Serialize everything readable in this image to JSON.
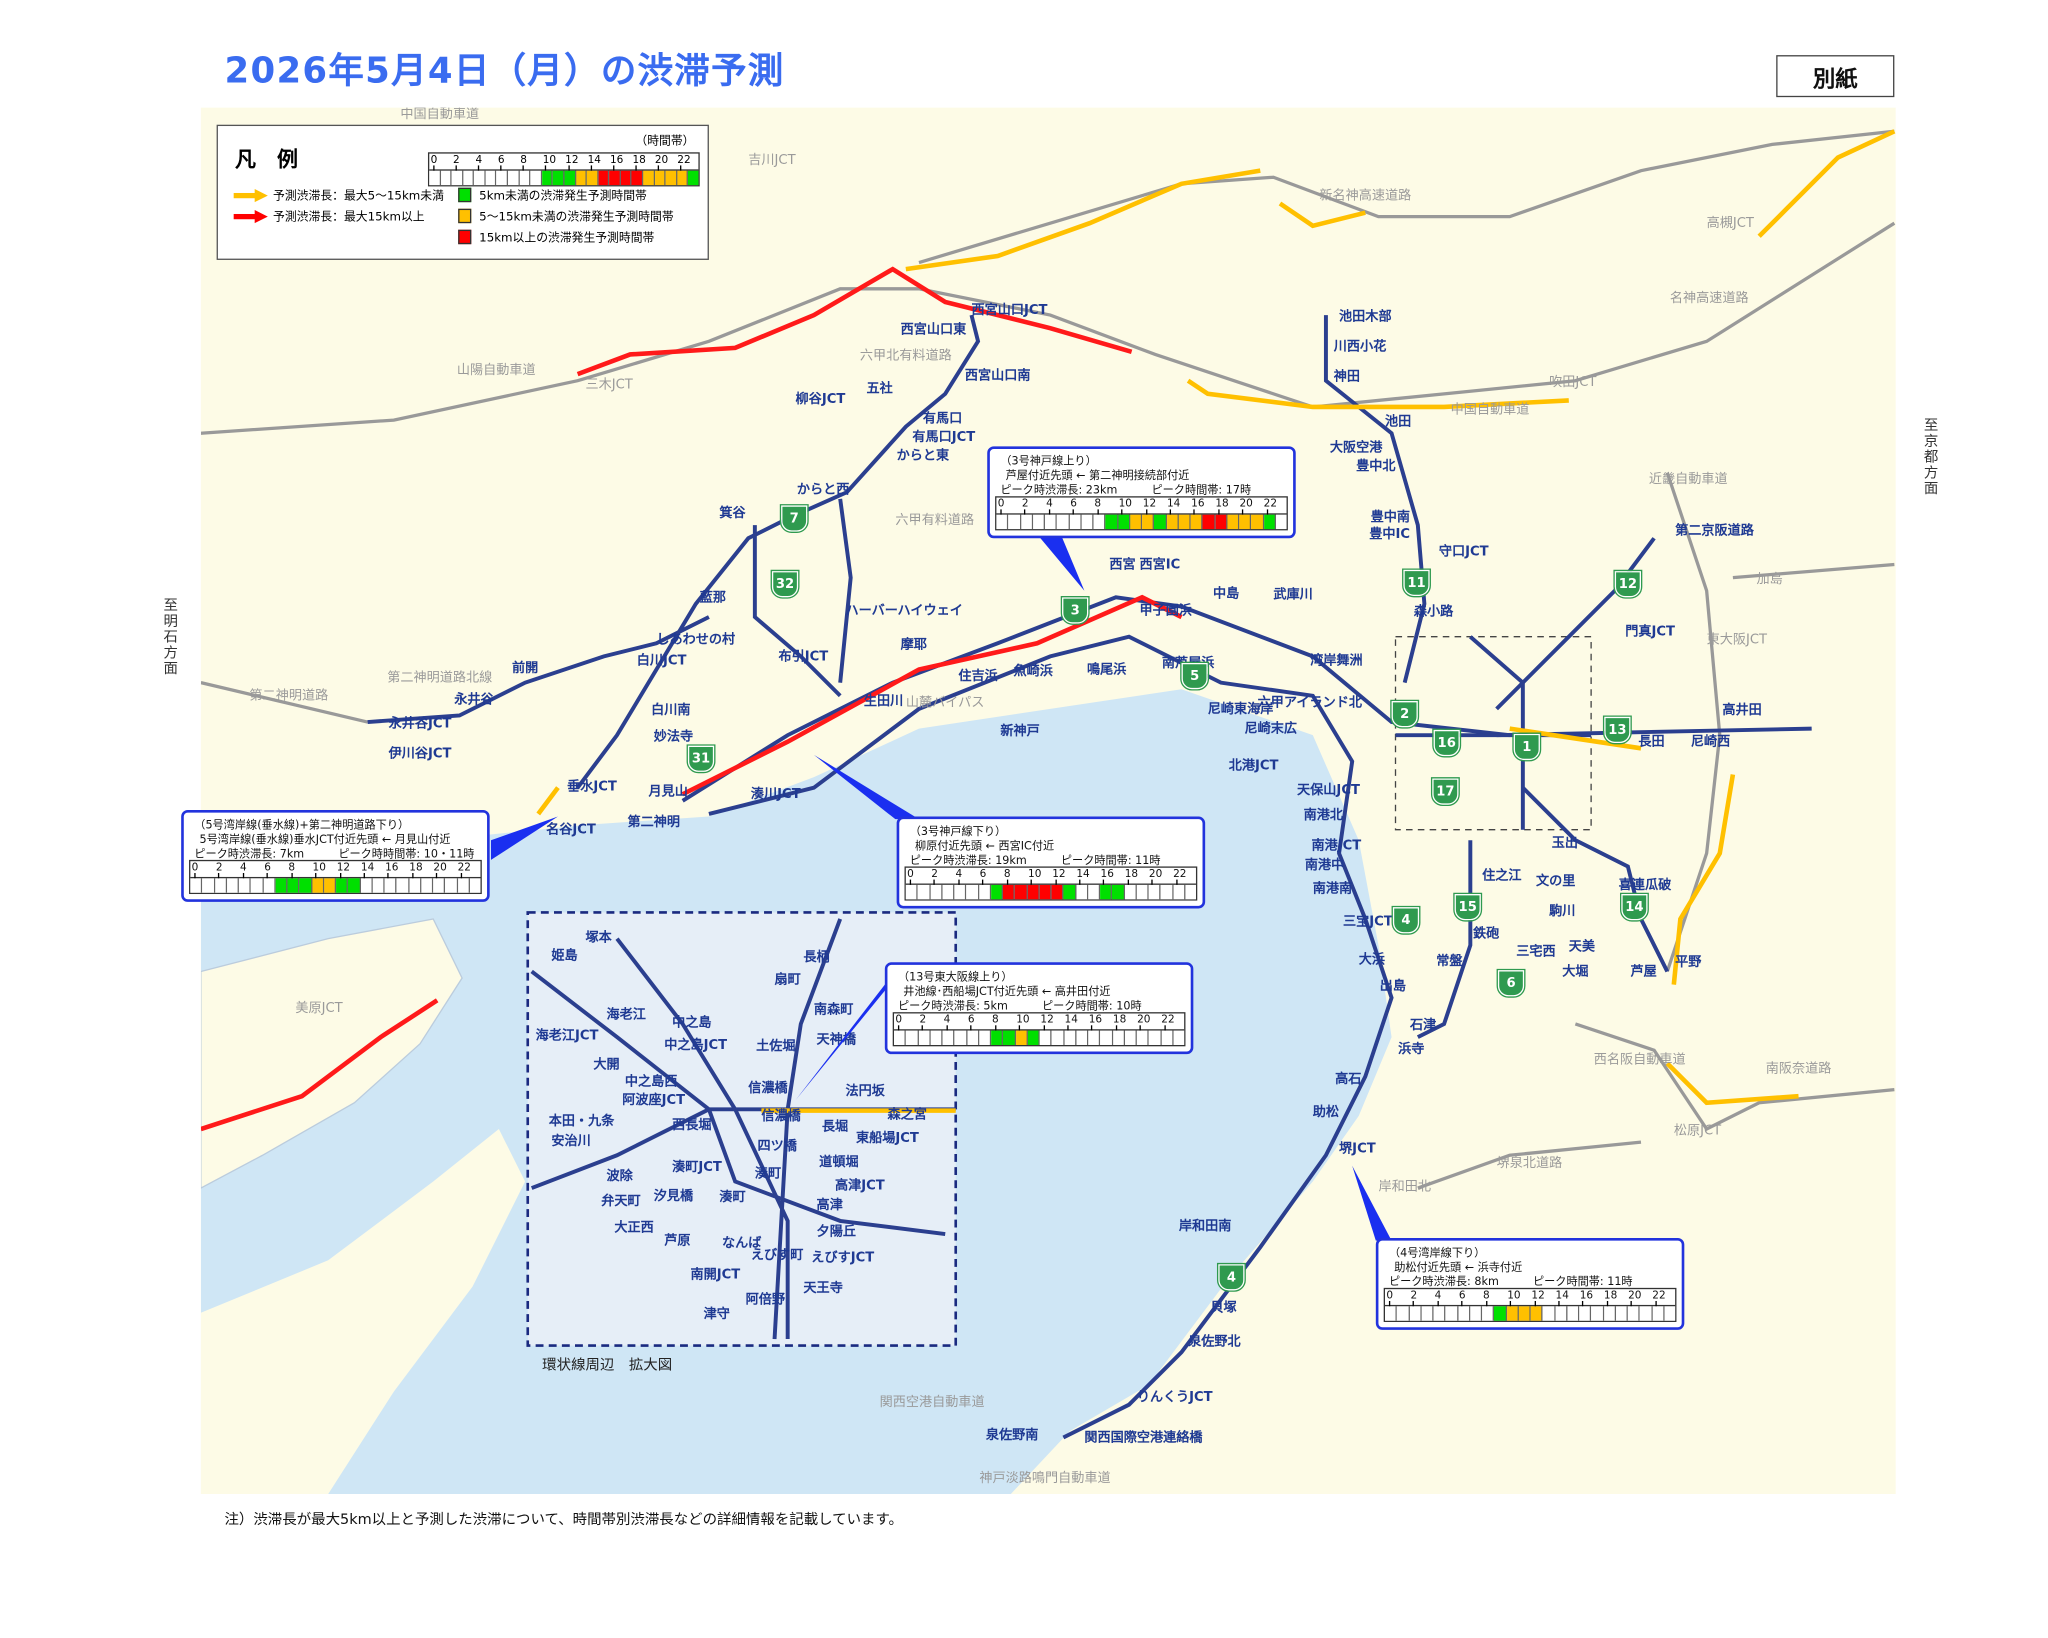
{
  "title": "2026年5月4日（月）の渋滞予測",
  "attachment_label": "別紙",
  "footnote": "注）渋滞長が最大5km以上と予測した渋滞について、時間帯別渋滞長などの詳細情報を記載しています。",
  "side_labels": {
    "west": "至明石方面",
    "east": "至京都方面"
  },
  "colors": {
    "w": "#ffffff",
    "g": "#00e000",
    "y": "#ffc000",
    "r": "#ff0000",
    "route": "#2b3f8f",
    "title": "#3a6cf0",
    "callout_border": "#2233dd",
    "sea": "#cfe6f5",
    "land": "#fdfbe6"
  },
  "legend": {
    "title": "凡　例",
    "time_band_label": "（時間帯）",
    "hour_ticks": [
      "0",
      "2",
      "4",
      "6",
      "8",
      "10",
      "12",
      "14",
      "16",
      "18",
      "20",
      "22"
    ],
    "example_slots": [
      "w",
      "w",
      "w",
      "w",
      "w",
      "w",
      "w",
      "w",
      "w",
      "w",
      "g",
      "g",
      "g",
      "y",
      "y",
      "r",
      "r",
      "r",
      "r",
      "y",
      "y",
      "y",
      "y",
      "g"
    ],
    "arrows": [
      {
        "label": "予測渋滞長：最大5～15km未満",
        "color": "#ffc000"
      },
      {
        "label": "予測渋滞長：最大15km以上",
        "color": "#ff0000"
      }
    ],
    "swatches": [
      {
        "label": "5km未満の渋滞発生予測時間帯",
        "color": "#00e000"
      },
      {
        "label": "5～15km未満の渋滞発生予測時間帯",
        "color": "#ffc000"
      },
      {
        "label": "15km以上の渋滞発生予測時間帯",
        "color": "#ff0000"
      }
    ]
  },
  "callouts": [
    {
      "route": "（3号神戸線上り）",
      "section": "芦屋付近先頭 ← 第二神明接続部付近",
      "peak_length_label": "ピーク時渋滞長:",
      "peak_length": "23km",
      "peak_time_label": "ピーク時間帯:",
      "peak_time": "17時",
      "slots": [
        "w",
        "w",
        "w",
        "w",
        "w",
        "w",
        "w",
        "w",
        "w",
        "g",
        "g",
        "y",
        "y",
        "g",
        "y",
        "y",
        "y",
        "r",
        "r",
        "y",
        "y",
        "y",
        "g",
        "w"
      ]
    },
    {
      "route": "（5号湾岸線(垂水線)+第二神明道路下り）",
      "section": "5号湾岸線(垂水線)垂水JCT付近先頭 ← 月見山付近",
      "peak_length_label": "ピーク時渋滞長:",
      "peak_length": "7km",
      "peak_time_label": "ピーク時時間帯:",
      "peak_time": "10・11時",
      "slots": [
        "w",
        "w",
        "w",
        "w",
        "w",
        "w",
        "w",
        "g",
        "g",
        "g",
        "y",
        "y",
        "g",
        "g",
        "w",
        "w",
        "w",
        "w",
        "w",
        "w",
        "w",
        "w",
        "w",
        "w"
      ]
    },
    {
      "route": "（3号神戸線下り）",
      "section": "柳原付近先頭 ← 西宮IC付近",
      "peak_length_label": "ピーク時渋滞長:",
      "peak_length": "19km",
      "peak_time_label": "ピーク時間帯:",
      "peak_time": "11時",
      "slots": [
        "w",
        "w",
        "w",
        "w",
        "w",
        "w",
        "w",
        "g",
        "r",
        "r",
        "r",
        "r",
        "r",
        "g",
        "w",
        "w",
        "g",
        "g",
        "w",
        "w",
        "w",
        "w",
        "w",
        "w"
      ]
    },
    {
      "route": "（13号東大阪線上り）",
      "section": "井池線･西船場JCT付近先頭 ← 高井田付近",
      "peak_length_label": "ピーク時渋滞長:",
      "peak_length": "5km",
      "peak_time_label": "ピーク時間帯:",
      "peak_time": "10時",
      "slots": [
        "w",
        "w",
        "w",
        "w",
        "w",
        "w",
        "w",
        "w",
        "g",
        "g",
        "y",
        "g",
        "w",
        "w",
        "w",
        "w",
        "w",
        "w",
        "w",
        "w",
        "w",
        "w",
        "w",
        "w"
      ]
    },
    {
      "route": "（4号湾岸線下り）",
      "section": "助松付近先頭 ← 浜寺付近",
      "peak_length_label": "ピーク時渋滞長:",
      "peak_length": "8km",
      "peak_time_label": "ピーク時間帯:",
      "peak_time": "11時",
      "slots": [
        "w",
        "w",
        "w",
        "w",
        "w",
        "w",
        "w",
        "w",
        "w",
        "g",
        "y",
        "y",
        "y",
        "w",
        "w",
        "w",
        "w",
        "w",
        "w",
        "w",
        "w",
        "w",
        "w",
        "w"
      ]
    }
  ],
  "map": {
    "labels": [
      "中国自動車道",
      "吉川JCT",
      "新名神高速道路",
      "高槻JCT",
      "名神高速道路",
      "山陽自動車道",
      "三木JCT",
      "六甲北有料道路",
      "西宮山口JCT",
      "西宮山口東",
      "西宮山口南",
      "柳谷JCT",
      "五社",
      "有馬口",
      "有馬口JCT",
      "からと東",
      "からと西",
      "六甲有料道路",
      "箕谷",
      "藍那",
      "しあわせの村",
      "白川JCT",
      "白川南",
      "妙法寺",
      "布引JCT",
      "第二神明道路北線",
      "第二神明道路",
      "永井谷",
      "前開",
      "永井谷JCT",
      "伊川谷JCT",
      "垂水JCT",
      "名谷JCT",
      "第二神明",
      "月見山",
      "湊川JCT",
      "生田川",
      "住吉浜",
      "魚崎浜",
      "摩耶",
      "池田木部",
      "川西小花",
      "神田",
      "吹田JCT",
      "中国自動車道",
      "池田",
      "大阪空港",
      "豊中北",
      "近畿自動車道",
      "豊中南",
      "豊中IC",
      "守口JCT",
      "第二京阪道路",
      "加島",
      "森小路",
      "門真JCT",
      "東大阪JCT",
      "高井田",
      "長田",
      "尼崎西",
      "武庫川",
      "中島",
      "湾岸舞洲",
      "北港JCT",
      "天保山JCT",
      "南港北",
      "南港JCT",
      "南港中",
      "南港南",
      "三宝JCT",
      "大浜",
      "出島",
      "石津",
      "浜寺",
      "高石",
      "助松",
      "堺JCT",
      "堺泉北道路",
      "岸和田北",
      "岸和田南",
      "貝塚",
      "泉佐野北",
      "りんくうJCT",
      "泉佐野南",
      "関西国際空港連絡橋",
      "関西空港自動車道",
      "神戸淡路鳴門自動車道",
      "美原JCT",
      "西名阪自動車道",
      "南阪奈道路",
      "松原JCT",
      "平野",
      "喜連瓜破",
      "駒川",
      "文の里",
      "玉出",
      "住之江",
      "鉄砲",
      "常盤",
      "三宅西",
      "天美",
      "大堀",
      "芦屋",
      "西宮",
      "西宮IC",
      "甲子園浜",
      "南芦屋浜",
      "鳴尾浜",
      "尼崎東海岸",
      "尼崎末広",
      "六甲アイランド北",
      "新神戸",
      "ハーバーハイウェイ",
      "山麓バイパス"
    ],
    "route_shields": [
      "7",
      "32",
      "31",
      "3",
      "5",
      "2",
      "16",
      "17",
      "1",
      "13",
      "11",
      "12",
      "15",
      "4",
      "6",
      "14",
      "4"
    ],
    "inset_caption": "環状線周辺　拡大図",
    "inset_labels": [
      "塚本",
      "姫島",
      "長柄",
      "扇町",
      "南森町",
      "中之島",
      "海老江",
      "海老江JCT",
      "中之島JCT",
      "土佐堀",
      "天神橋",
      "大開",
      "中之島西",
      "信濃橋",
      "法円坂",
      "阿波座JCT",
      "本田・九条",
      "西長堀",
      "信濃橋",
      "長堀",
      "森之宮",
      "東船場JCT",
      "安治川",
      "四ツ橋",
      "道頓堀",
      "湊町JCT",
      "波除",
      "湊町",
      "高津JCT",
      "弁天町",
      "汐見橋",
      "湊町",
      "高津",
      "大正西",
      "夕陽丘",
      "芦原",
      "なんば",
      "南開JCT",
      "えびす町",
      "えびすJCT",
      "天王寺",
      "阿倍野",
      "津守"
    ]
  }
}
